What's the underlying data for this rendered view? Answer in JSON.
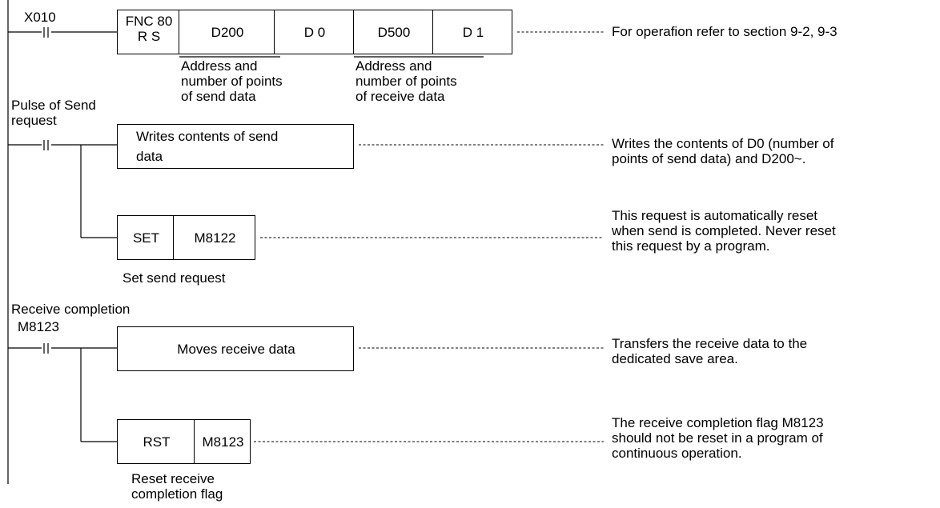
{
  "rung1": {
    "contact": "X010",
    "instr_line1": "FNC 80",
    "instr_line2": "R S",
    "op1": "D200",
    "op2": "D 0",
    "op3": "D500",
    "op4": "D 1",
    "note": "For operafion refer to section 9-2, 9-3",
    "send_caption": [
      "Address and",
      "number of points",
      "of send data"
    ],
    "recv_caption": [
      "Address and",
      "number of points",
      "of receive data"
    ]
  },
  "rung2": {
    "label_line1": "Pulse of Send",
    "label_line2": "request",
    "box_line1": "Writes contents of send",
    "box_line2": "data",
    "note_line1": "Writes the contents of D0 (number of",
    "note_line2": "points of send data) and D200~."
  },
  "rung3": {
    "instr": "SET",
    "operand": "M8122",
    "caption": "Set send request",
    "note": [
      "This request is automatically reset",
      "when send is completed. Never reset",
      "this request by a program."
    ]
  },
  "rung4": {
    "label": "Receive completion",
    "contact": "M8123",
    "box": "Moves receive data",
    "note_line1": "Transfers the receive data to the",
    "note_line2": "dedicated save area."
  },
  "rung5": {
    "instr": "RST",
    "operand": "M8123",
    "caption_line1": "Reset receive",
    "caption_line2": "completion flag",
    "note": [
      "The receive completion flag M8123",
      "should not be  reset in a program of",
      "continuous operation."
    ]
  }
}
